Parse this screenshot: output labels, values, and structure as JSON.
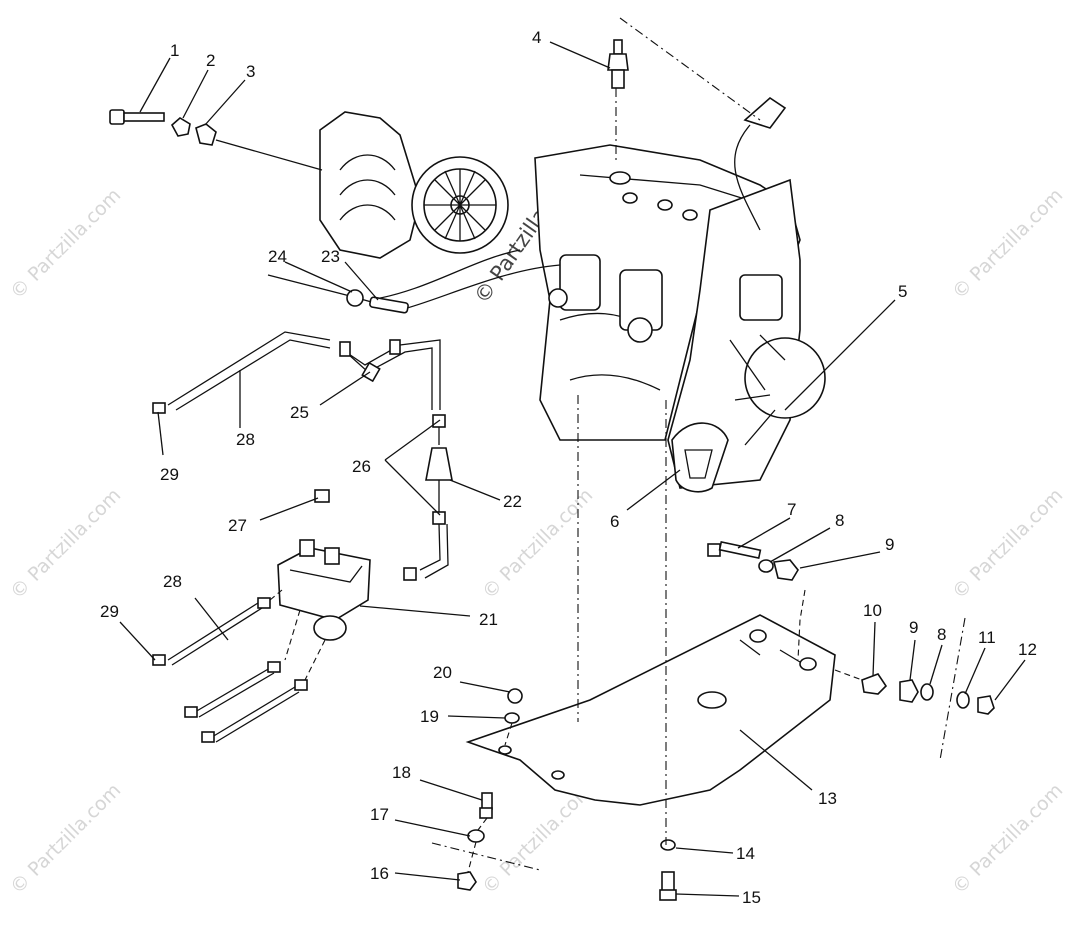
{
  "watermark": "© Partzilla.com",
  "callouts": {
    "c1": "1",
    "c2": "2",
    "c3": "3",
    "c4": "4",
    "c5": "5",
    "c6": "6",
    "c7": "7",
    "c8a": "8",
    "c9a": "9",
    "c10": "10",
    "c9b": "9",
    "c8b": "8",
    "c11": "11",
    "c12": "12",
    "c13": "13",
    "c14": "14",
    "c15": "15",
    "c16": "16",
    "c17": "17",
    "c18": "18",
    "c19": "19",
    "c20": "20",
    "c21": "21",
    "c22": "22",
    "c23": "23",
    "c24": "24",
    "c25": "25",
    "c26": "26",
    "c27": "27",
    "c28a": "28",
    "c28b": "28",
    "c29a": "29",
    "c29b": "29"
  }
}
